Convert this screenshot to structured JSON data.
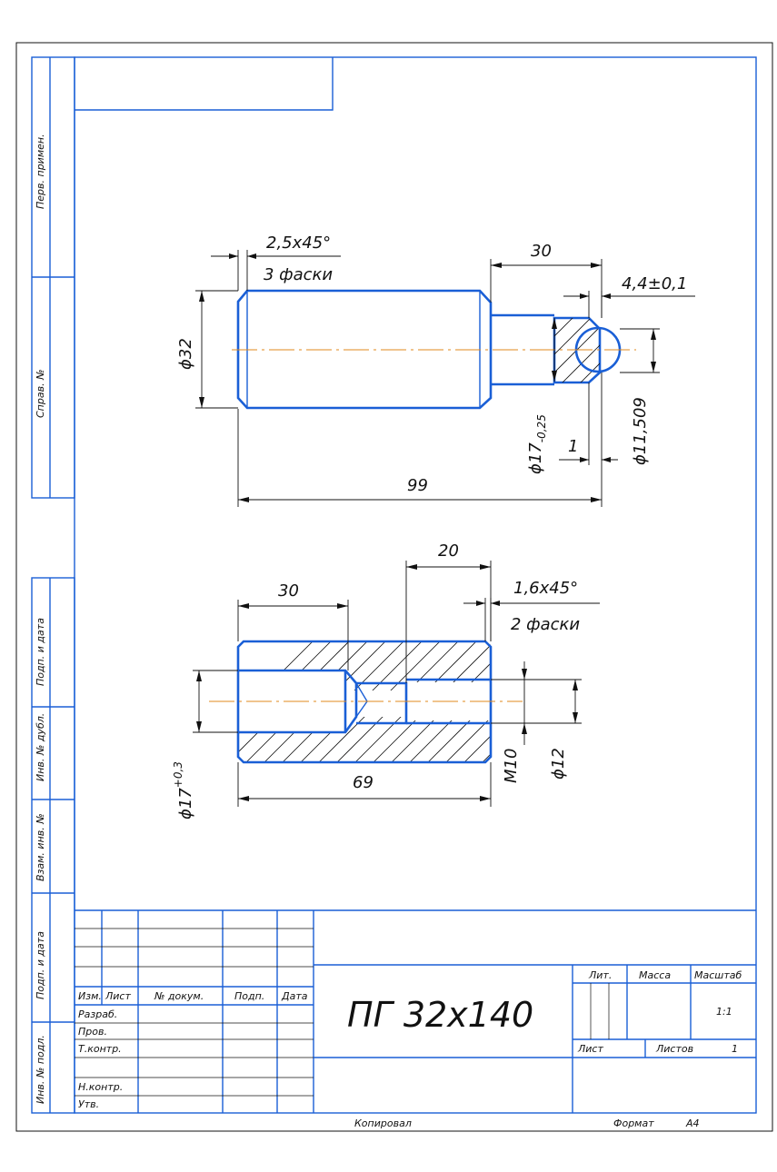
{
  "colors": {
    "outline": "#1a5fd6",
    "axis": "#e08a1e",
    "ink": "#111111"
  },
  "side_labels": {
    "perv_primen": "Перв. примен.",
    "sprav_no": "Справ. №",
    "podp_data_1": "Подп. и дата",
    "inv_dubl": "Инв. № дубл.",
    "vzam_inv": "Взам. инв. №",
    "podp_data_2": "Подп. и дата",
    "inv_podl": "Инв. № подл."
  },
  "part1": {
    "chamfer": "2,5x45°",
    "chamfer_note": "3 фаски",
    "len_30": "30",
    "tol_44": "4,4±0,1",
    "dia_32": "ϕ32",
    "dia_17_base": "ϕ17",
    "dia_17_tol": "-0,25",
    "dim_1": "1",
    "dia_11509": "ϕ11,509",
    "len_99": "99"
  },
  "part2": {
    "len_20": "20",
    "len_30": "30",
    "chamfer": "1,6x45°",
    "chamfer_note": "2 фаски",
    "dia_17_base": "ϕ17",
    "dia_17_tol": "+0,3",
    "len_69": "69",
    "thread_m10": "M10",
    "dia_12": "ϕ12"
  },
  "title_block": {
    "col_izm": "Изм.",
    "col_list": "Лист",
    "col_no_dokum": "№ докум.",
    "col_podp": "Подп.",
    "col_data": "Дата",
    "row_razrab": "Разраб.",
    "row_prov": "Пров.",
    "row_tkontr": "Т.контр.",
    "row_nkontr": "Н.контр.",
    "row_utv": "Утв.",
    "designation": "ПГ 32x140",
    "hdr_lit": "Лит.",
    "hdr_massa": "Масса",
    "hdr_masshtab": "Масштаб",
    "scale_value": "1:1",
    "sheet_label": "Лист",
    "sheets_label": "Листов",
    "sheets_value": "1"
  },
  "footer": {
    "copied": "Копировал",
    "format_label": "Формат",
    "format_value": "A4"
  }
}
